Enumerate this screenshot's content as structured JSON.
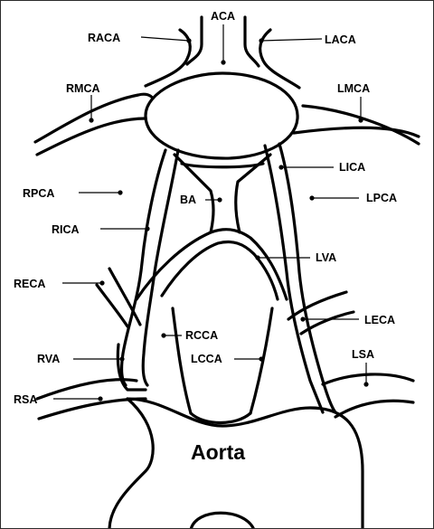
{
  "labels": {
    "aca": "ACA",
    "raca": "RACA",
    "laca": "LACA",
    "rmca": "RMCA",
    "lmca": "LMCA",
    "lica": "LICA",
    "rpca": "RPCA",
    "lpca": "LPCA",
    "ba": "BA",
    "rica": "RICA",
    "lva": "LVA",
    "reca": "RECA",
    "leca": "LECA",
    "rcca": "RCCA",
    "rva": "RVA",
    "lcca": "LCCA",
    "lsa": "LSA",
    "rsa": "RSA",
    "aorta": "Aorta"
  }
}
